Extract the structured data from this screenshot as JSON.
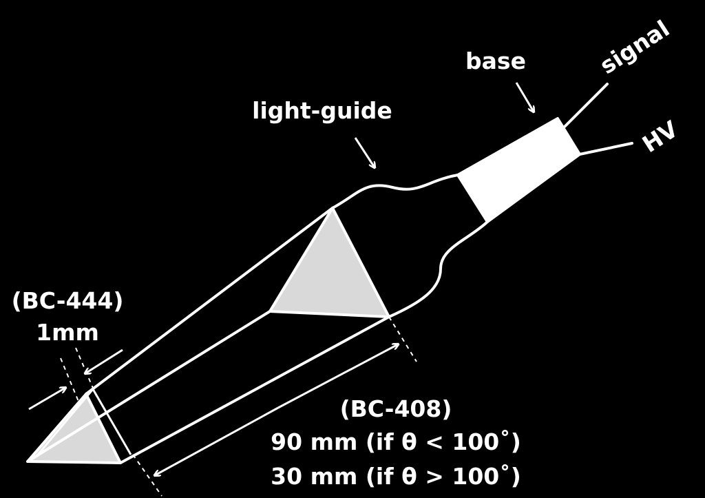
{
  "labels": {
    "base": "base",
    "signal": "signal",
    "hv": "HV",
    "light_guide": "light-guide",
    "bc444": "(BC-444)",
    "thickness": "1mm",
    "bc408": "(BC-408)",
    "length_small": "90 mm (if θ < 100˚)",
    "length_large": "30 mm (if θ > 100˚)"
  },
  "colors": {
    "background": "#000000",
    "stroke": "#ffffff",
    "face_fill": "#d9d9d9"
  }
}
